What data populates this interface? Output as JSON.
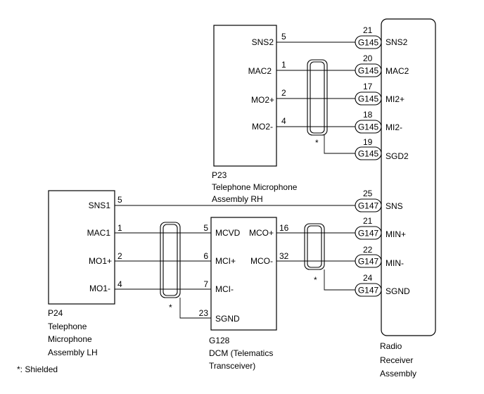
{
  "components": {
    "p23": {
      "code": "P23",
      "name1": "Telephone Microphone",
      "name2": "Assembly RH",
      "pins": {
        "sns2": "SNS2",
        "mac2": "MAC2",
        "mo2p": "MO2+",
        "mo2m": "MO2-"
      }
    },
    "p24": {
      "code": "P24",
      "name1": "Telephone",
      "name2": "Microphone",
      "name3": "Assembly LH",
      "pins": {
        "sns1": "SNS1",
        "mac1": "MAC1",
        "mo1p": "MO1+",
        "mo1m": "MO1-"
      }
    },
    "g128": {
      "code": "G128",
      "name1": "DCM (Telematics",
      "name2": "Transceiver)",
      "pins": {
        "mcvd": "MCVD",
        "mcip": "MCI+",
        "mcim": "MCI-",
        "sgnd": "SGND",
        "mcop": "MCO+",
        "mcom": "MCO-"
      }
    },
    "radio": {
      "name1": "Radio",
      "name2": "Receiver",
      "name3": "Assembly",
      "pins": {
        "sns2": "SNS2",
        "mac2": "MAC2",
        "mi2p": "MI2+",
        "mi2m": "MI2-",
        "sgd2": "SGD2",
        "sns": "SNS",
        "minp": "MIN+",
        "minm": "MIN-",
        "sgnd": "SGND"
      }
    }
  },
  "pin_numbers": {
    "p23_sns2": "5",
    "p23_mac2": "1",
    "p23_mo2p": "2",
    "p23_mo2m": "4",
    "p24_sns1": "5",
    "p24_mac1": "1",
    "p24_mo1p": "2",
    "p24_mo1m": "4",
    "g128_mcvd": "5",
    "g128_mcip": "6",
    "g128_mcim": "7",
    "g128_sgnd": "23",
    "g128_mcop": "16",
    "g128_mcom": "32",
    "r_sns2": "21",
    "r_mac2": "20",
    "r_mi2p": "17",
    "r_mi2m": "18",
    "r_sgd2": "19",
    "r_sns": "25",
    "r_minp": "21",
    "r_minm": "22",
    "r_sgnd": "24"
  },
  "connectors": {
    "g145": "G145",
    "g147": "G147"
  },
  "shield_mark": "*",
  "legend": "*: Shielded"
}
